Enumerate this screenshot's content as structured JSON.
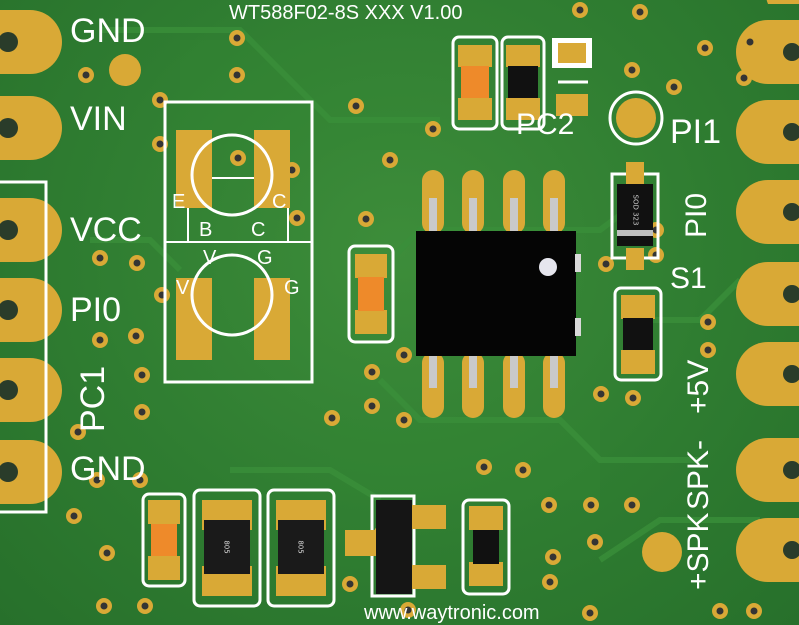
{
  "board": {
    "title": "WT588F02-8S XXX V1.00",
    "website": "www.waytronic.com"
  },
  "left_pins": {
    "gnd_top": "GND",
    "vin": "VIN",
    "vcc": "VCC",
    "pi0": "PI0",
    "pc1": "PC1",
    "gnd_bottom": "GND"
  },
  "right_pins": {
    "pc2": "PC2",
    "pi1": "PI1",
    "pi0": "PI0",
    "s1": "S1",
    "plus5v": "+5V",
    "spk_minus": "SPK-",
    "spk_plus": "+SPK"
  },
  "footprint_letters": {
    "e": "E",
    "c1": "C",
    "c2": "C",
    "b": "B",
    "g1": "G",
    "g2": "G",
    "v": "V",
    "v2": "V"
  },
  "component_markings": {
    "diode": "SOD 323",
    "inductor_1": "805",
    "inductor_2": "805"
  },
  "colors": {
    "pcb_green": "#2f7d31",
    "pad_gold": "#d9a936",
    "silkscreen": "#ffffff",
    "ic_body": "#000000",
    "resistor_orange": "#ee8a2a"
  }
}
